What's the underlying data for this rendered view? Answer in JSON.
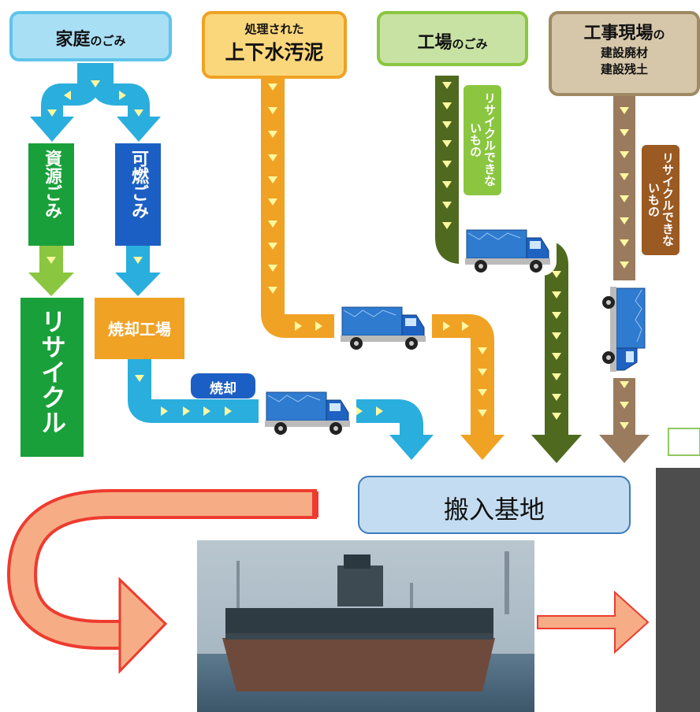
{
  "sources": {
    "household": {
      "main": "家庭",
      "suffix": "のごみ"
    },
    "sludge": {
      "top": "処理された",
      "main": "上下水汚泥"
    },
    "factory": {
      "main": "工場",
      "suffix": "のごみ"
    },
    "construction": {
      "main": "工事現場",
      "suffix": "の",
      "line2": "建設廃材",
      "line3": "建設残土"
    }
  },
  "labels": {
    "recyclable": "資源ごみ",
    "combustible": "可燃ごみ",
    "recycle": "リサイクル",
    "incineration_plant": "焼却工場",
    "incineration": "焼却",
    "non_recyclable": "リサイクルできないもの",
    "base": "搬入基地"
  },
  "colors": {
    "household_box": "#a9dff5",
    "sludge_box": "#fbd77c",
    "factory_box": "#c8e2a3",
    "construction_box": "#d6c7aa",
    "blue_arrow": "#2aaedd",
    "orange_arrow": "#f0a224",
    "green_arrow": "#4f6a1f",
    "brown_arrow": "#9a7b5e",
    "red_arrow": "#ee3b2f"
  }
}
